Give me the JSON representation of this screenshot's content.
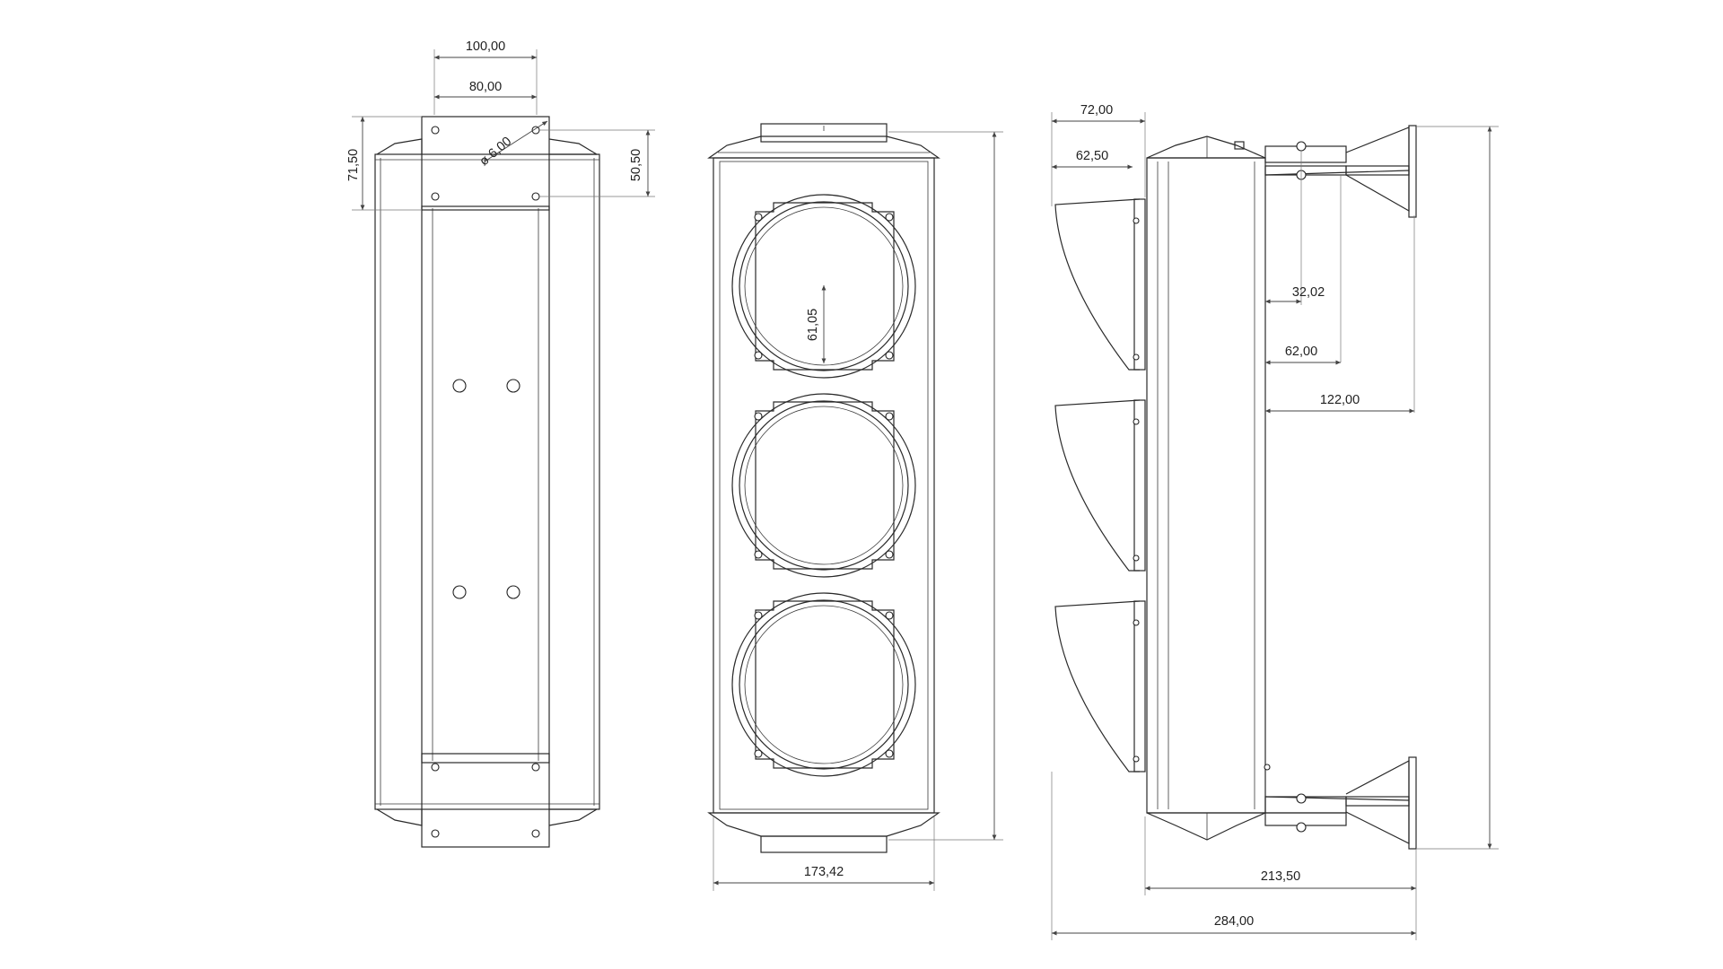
{
  "dimensions": {
    "top_width_outer": "100,00",
    "top_width_inner": "80,00",
    "plate_height_outer": "71,50",
    "plate_height_inner": "50,50",
    "hole_diameter": "ø 6,00",
    "lens_radius": "61,05",
    "front_width": "173,42",
    "visor_offset_a": "72,00",
    "visor_offset_b": "62,50",
    "bracket_a": "32,02",
    "bracket_b": "62,00",
    "bracket_c": "122,00",
    "side_depth": "213,50",
    "overall_depth": "284,00"
  },
  "colors": {
    "line": "#2a2a2a",
    "background": "#ffffff"
  }
}
